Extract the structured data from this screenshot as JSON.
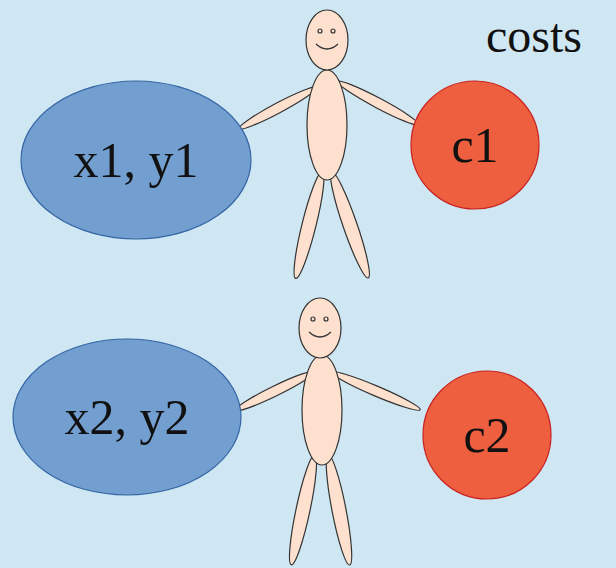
{
  "diagram": {
    "nodes": [
      {
        "text": [
          "x1, y1"
        ]
      },
      {
        "text": [
          "c1"
        ]
      },
      {
        "text": [
          "x2, y2"
        ]
      },
      {
        "text": [
          "c2"
        ]
      }
    ],
    "labels": [
      "costs"
    ]
  }
}
